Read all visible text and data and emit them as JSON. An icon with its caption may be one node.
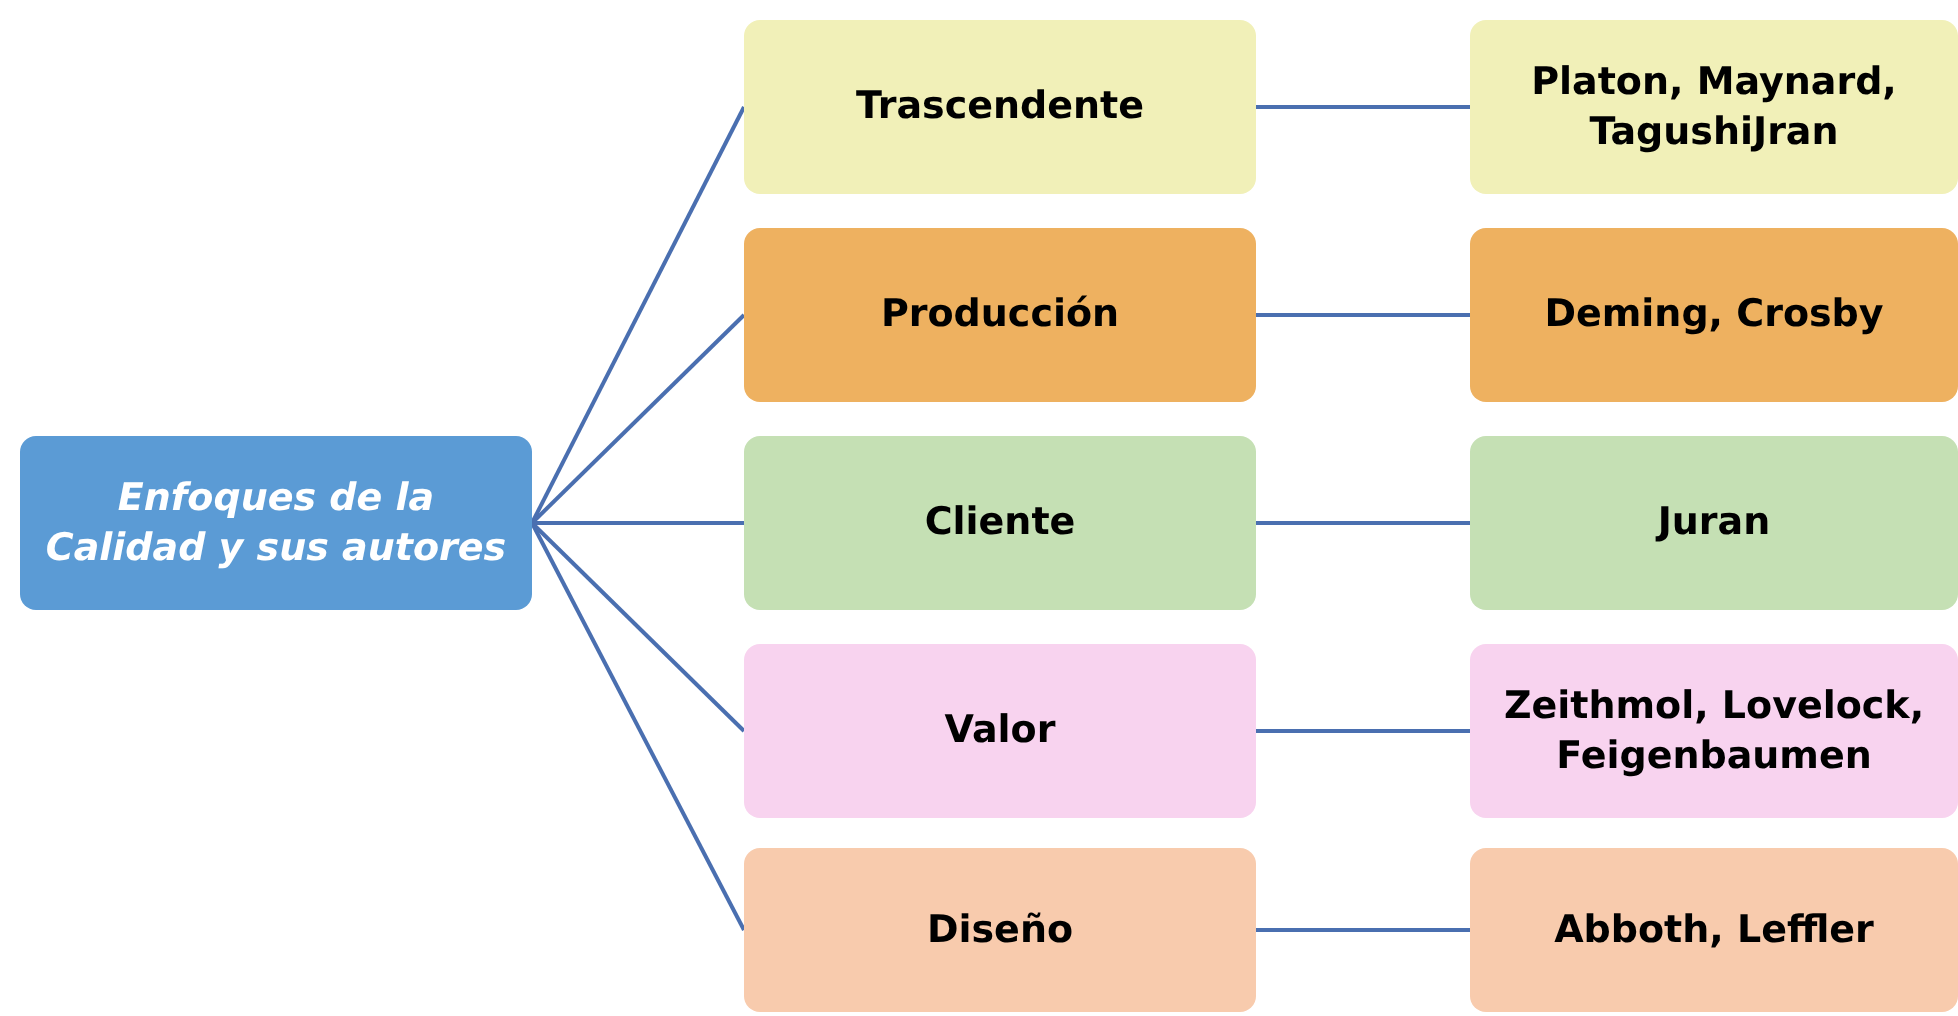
{
  "diagram": {
    "nodes": [
      {
        "text": [
          "Enfoques de la Calidad y sus autores"
        ]
      },
      {
        "text": [
          "Trascendente"
        ]
      },
      {
        "text": [
          "Platon, Maynard, TagushiJran"
        ]
      },
      {
        "text": [
          "Producción"
        ]
      },
      {
        "text": [
          "Deming, Crosby"
        ]
      },
      {
        "text": [
          "Cliente"
        ]
      },
      {
        "text": [
          "Juran"
        ]
      },
      {
        "text": [
          "Valor"
        ]
      },
      {
        "text": [
          "Zeithmol, Lovelock, Feigenbaumen"
        ]
      },
      {
        "text": [
          "Diseño"
        ]
      },
      {
        "text": [
          "Abboth, Leffler"
        ]
      }
    ],
    "edges": [
      {
        "from": 0,
        "to": 1,
        "arrow": "none"
      },
      {
        "from": 0,
        "to": 3,
        "arrow": "none"
      },
      {
        "from": 0,
        "to": 5,
        "arrow": "none"
      },
      {
        "from": 0,
        "to": 7,
        "arrow": "none"
      },
      {
        "from": 0,
        "to": 9,
        "arrow": "none"
      },
      {
        "from": 1,
        "to": 2,
        "arrow": "none"
      },
      {
        "from": 3,
        "to": 4,
        "arrow": "none"
      },
      {
        "from": 5,
        "to": 6,
        "arrow": "none"
      },
      {
        "from": 7,
        "to": 8,
        "arrow": "none"
      },
      {
        "from": 9,
        "to": 10,
        "arrow": "none"
      }
    ]
  }
}
